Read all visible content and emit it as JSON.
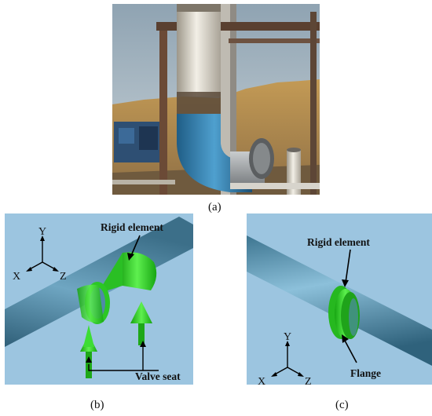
{
  "figure": {
    "panel_a": {
      "caption": "(a)"
    },
    "panel_b": {
      "caption": "(b)",
      "labels": {
        "rigid_element": "Rigid element",
        "valve_seat": "Valve seat"
      },
      "axes": {
        "y": "Y",
        "x": "X",
        "z": "Z"
      }
    },
    "panel_c": {
      "caption": "(c)",
      "labels": {
        "rigid_element": "Rigid element",
        "flange": "Flange"
      },
      "axes": {
        "y": "Y",
        "x": "X",
        "z": "Z"
      }
    }
  },
  "colors": {
    "model_background": "#9cc5e0",
    "pipe_blue": "#4f88a6",
    "element_green": "#33d12e",
    "dirt": "#b48a4c",
    "sky": "#aec4d6"
  }
}
